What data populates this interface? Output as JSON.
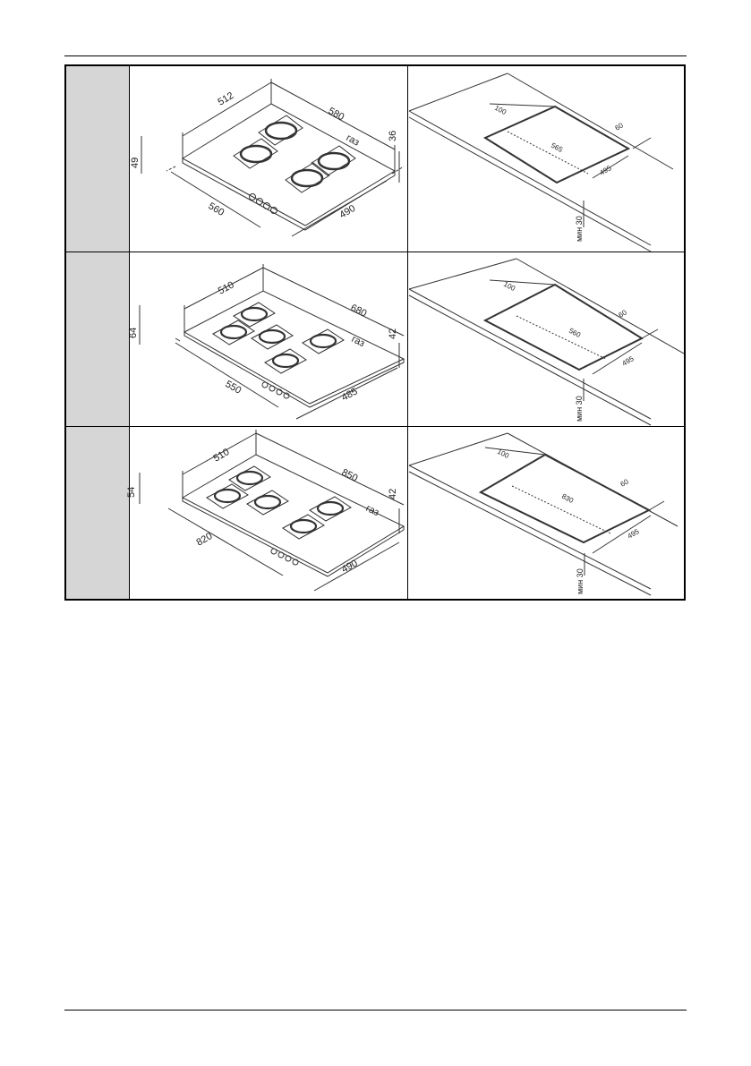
{
  "rows": [
    {
      "hob": {
        "depth": "512",
        "width": "580",
        "gas": "газ",
        "height": "49",
        "side": "36",
        "base_width": "560",
        "base_depth": "490"
      },
      "cutout": {
        "front": "100",
        "back": "60",
        "length": "565",
        "depth": "495",
        "min": "мин 30"
      }
    },
    {
      "hob": {
        "depth": "510",
        "width": "680",
        "gas": "газ",
        "height": "64",
        "side": "42",
        "base_width": "550",
        "base_depth": "485"
      },
      "cutout": {
        "front": "100",
        "back": "60",
        "length": "560",
        "depth": "495",
        "min": "мин 30"
      }
    },
    {
      "hob": {
        "depth": "510",
        "width": "850",
        "gas": "газ",
        "height": "54",
        "side": "42",
        "base_width": "820",
        "base_depth": "490"
      },
      "cutout": {
        "front": "100",
        "back": "60",
        "length": "830",
        "depth": "495",
        "min": "мин 30"
      }
    }
  ]
}
